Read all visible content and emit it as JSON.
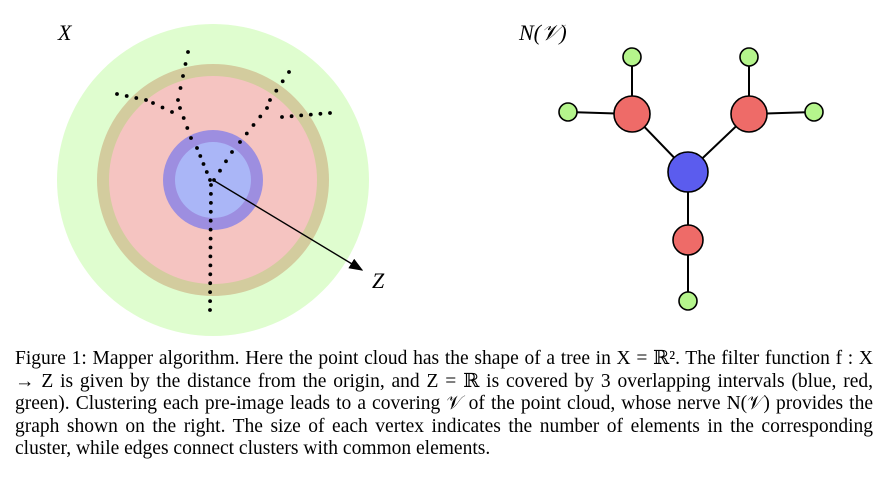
{
  "figure": {
    "left_panel": {
      "label": "X",
      "arrow_label": "Z",
      "region_colors": {
        "outer_green": "#dffdcf",
        "green_red_overlap": "#d3cc9e",
        "red": "#f5c4c1",
        "red_blue_overlap": "#9d8ee0",
        "blue": "#aab6f7"
      },
      "point_color": "#000000"
    },
    "right_panel": {
      "label": "N(𝒱)",
      "node_colors": {
        "blue": "#5b5cee",
        "red": "#ee6b68",
        "green": "#b5f58c"
      },
      "nodes": [
        {
          "id": "blue-center",
          "color_key": "blue",
          "size": "large"
        },
        {
          "id": "red-left",
          "color_key": "red",
          "size": "medium"
        },
        {
          "id": "red-right",
          "color_key": "red",
          "size": "medium"
        },
        {
          "id": "red-bottom",
          "color_key": "red",
          "size": "small"
        },
        {
          "id": "green-left-top",
          "color_key": "green",
          "size": "tiny"
        },
        {
          "id": "green-left-side",
          "color_key": "green",
          "size": "tiny"
        },
        {
          "id": "green-right-top",
          "color_key": "green",
          "size": "tiny"
        },
        {
          "id": "green-right-side",
          "color_key": "green",
          "size": "tiny"
        },
        {
          "id": "green-bottom",
          "color_key": "green",
          "size": "tiny"
        }
      ],
      "edges": [
        [
          "blue-center",
          "red-left"
        ],
        [
          "blue-center",
          "red-right"
        ],
        [
          "blue-center",
          "red-bottom"
        ],
        [
          "red-left",
          "green-left-top"
        ],
        [
          "red-left",
          "green-left-side"
        ],
        [
          "red-right",
          "green-right-top"
        ],
        [
          "red-right",
          "green-right-side"
        ],
        [
          "red-bottom",
          "green-bottom"
        ]
      ]
    }
  },
  "caption": {
    "label": "Figure 1:",
    "text": "Mapper algorithm. Here the point cloud has the shape of a tree in X = ℝ². The filter function f : X → Z is given by the distance from the origin, and Z = ℝ is covered by 3 overlapping intervals (blue, red, green). Clustering each pre-image leads to a covering 𝒱 of the point cloud, whose nerve N(𝒱) provides the graph shown on the right. The size of each vertex indicates the number of elements in the corresponding cluster, while edges connect clusters with common elements."
  }
}
